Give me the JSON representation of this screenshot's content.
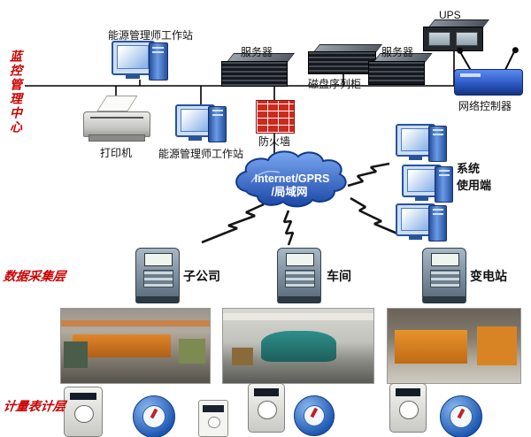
{
  "colors": {
    "layer_label_red": "#cc0000",
    "cloud_blue": "#1b47a6",
    "firewall_brick_red": "#cc2a1e"
  },
  "side_labels": {
    "management_center": "蓝控管理中心",
    "data_collection": "数据采集层",
    "metering": "计量表计层"
  },
  "management": {
    "workstation_top": "能源管理师工作站",
    "server_left": "服务器",
    "disk_array": "磁盘序列柜",
    "server_right": "服务器",
    "ups": "UPS",
    "network_controller": "网络控制器",
    "printer": "打印机",
    "workstation_mid": "能源管理师工作站",
    "firewall": "防火墙"
  },
  "network": {
    "cloud_line1": "Internet/GPRS",
    "cloud_line2": "/局域网",
    "clients_line1": "系统",
    "clients_line2": "使用端"
  },
  "collection": {
    "site1": "子公司",
    "site2": "车间",
    "site3": "变电站"
  }
}
